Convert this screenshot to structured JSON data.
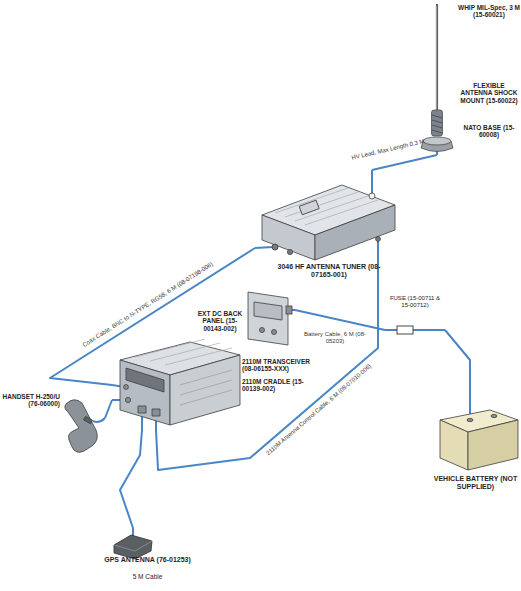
{
  "diagram": {
    "nodes": [
      {
        "text": [
          "WHIP MIL-Spec, 3 M (15-60021)",
          "FLEXIBLE ANTENNA SHOCK MOUNT (15-60022)",
          "NATO BASE (15-60008)"
        ]
      },
      {
        "text": [
          "3046 HF ANTENNA TUNER (08-07165-001)"
        ]
      },
      {
        "text": [
          "EXT DC BACK PANEL (15-00143-002)"
        ]
      },
      {
        "text": [
          "FUSE (15-00711 & 15-00712)"
        ]
      },
      {
        "text": [
          "2110M TRANSCEIVER (08-06155-XXX)",
          "2110M CRADLE (15-00139-002)"
        ]
      },
      {
        "text": [
          "HANDSET H-250/U (76-06000)"
        ]
      },
      {
        "text": [
          "VEHICLE BATTERY (NOT SUPPLIED)"
        ]
      },
      {
        "text": [
          "GPS ANTENNA (76-01253)",
          "5 M Cable"
        ]
      }
    ],
    "edges": [
      {
        "from": 0,
        "to": 1,
        "arrow": "none",
        "label": "HV Lead, Max Length 0.3 M"
      },
      {
        "from": 4,
        "to": 1,
        "arrow": "none",
        "label": "Coax Cable, BNC to N-TYPE, RG58, 6 M (08-07198-006)"
      },
      {
        "from": 2,
        "to": 3,
        "arrow": "none",
        "label": "Battery Cable, 6 M (08-05203)"
      },
      {
        "from": 3,
        "to": 6,
        "arrow": "none"
      },
      {
        "from": 4,
        "to": 1,
        "arrow": "none",
        "label": "2110M Antenna Control Cable, 6 M (08-07010-006)"
      },
      {
        "from": 5,
        "to": 4,
        "arrow": "none"
      },
      {
        "from": 7,
        "to": 4,
        "arrow": "none"
      }
    ]
  }
}
